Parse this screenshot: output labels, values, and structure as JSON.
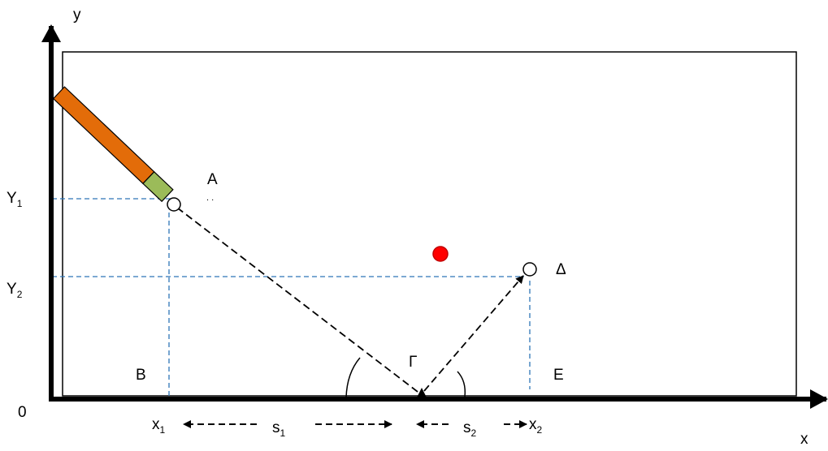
{
  "labels": {
    "y_axis": "y",
    "x_axis": "x",
    "origin": "0",
    "point_A": "A",
    "point_B": "B",
    "point_Gamma": "Γ",
    "point_Delta": "Δ",
    "point_E": "E",
    "Y1": {
      "main": "Y",
      "sub": "1"
    },
    "Y2": {
      "main": "Y",
      "sub": "2"
    },
    "x1": {
      "main": "x",
      "sub": "1"
    },
    "x2": {
      "main": "x",
      "sub": "2"
    },
    "s1": {
      "main": "s",
      "sub": "1"
    },
    "s2": {
      "main": "s",
      "sub": "2"
    }
  },
  "colors": {
    "axis": "#000000",
    "frame": "#000000",
    "guide_lines": "#2E75B6",
    "cue_body": "#E36C09",
    "cue_tip": "#9BBB59",
    "red_ball": "#FF0000",
    "red_ball_stroke": "#C00000"
  }
}
